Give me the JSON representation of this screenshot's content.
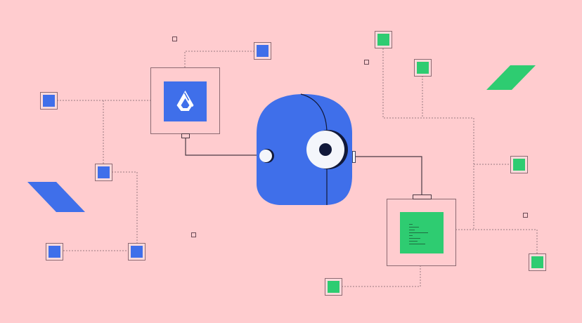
{
  "illustration": {
    "description": "Robot head connected to a Lisk-logo card and a code card via circuit lines",
    "colors": {
      "background": "#FFCCCF",
      "blue": "#3F6FEA",
      "green": "#2ECC71",
      "outline": "#8C6A72",
      "dark": "#11193A",
      "white": "#F4F6FB"
    },
    "left_card": {
      "icon": "lisk-logo-icon",
      "label": "Lisk"
    },
    "right_card": {
      "icon": "code-document-icon",
      "label": "Code"
    },
    "robot": {
      "label": "Robot head"
    }
  }
}
